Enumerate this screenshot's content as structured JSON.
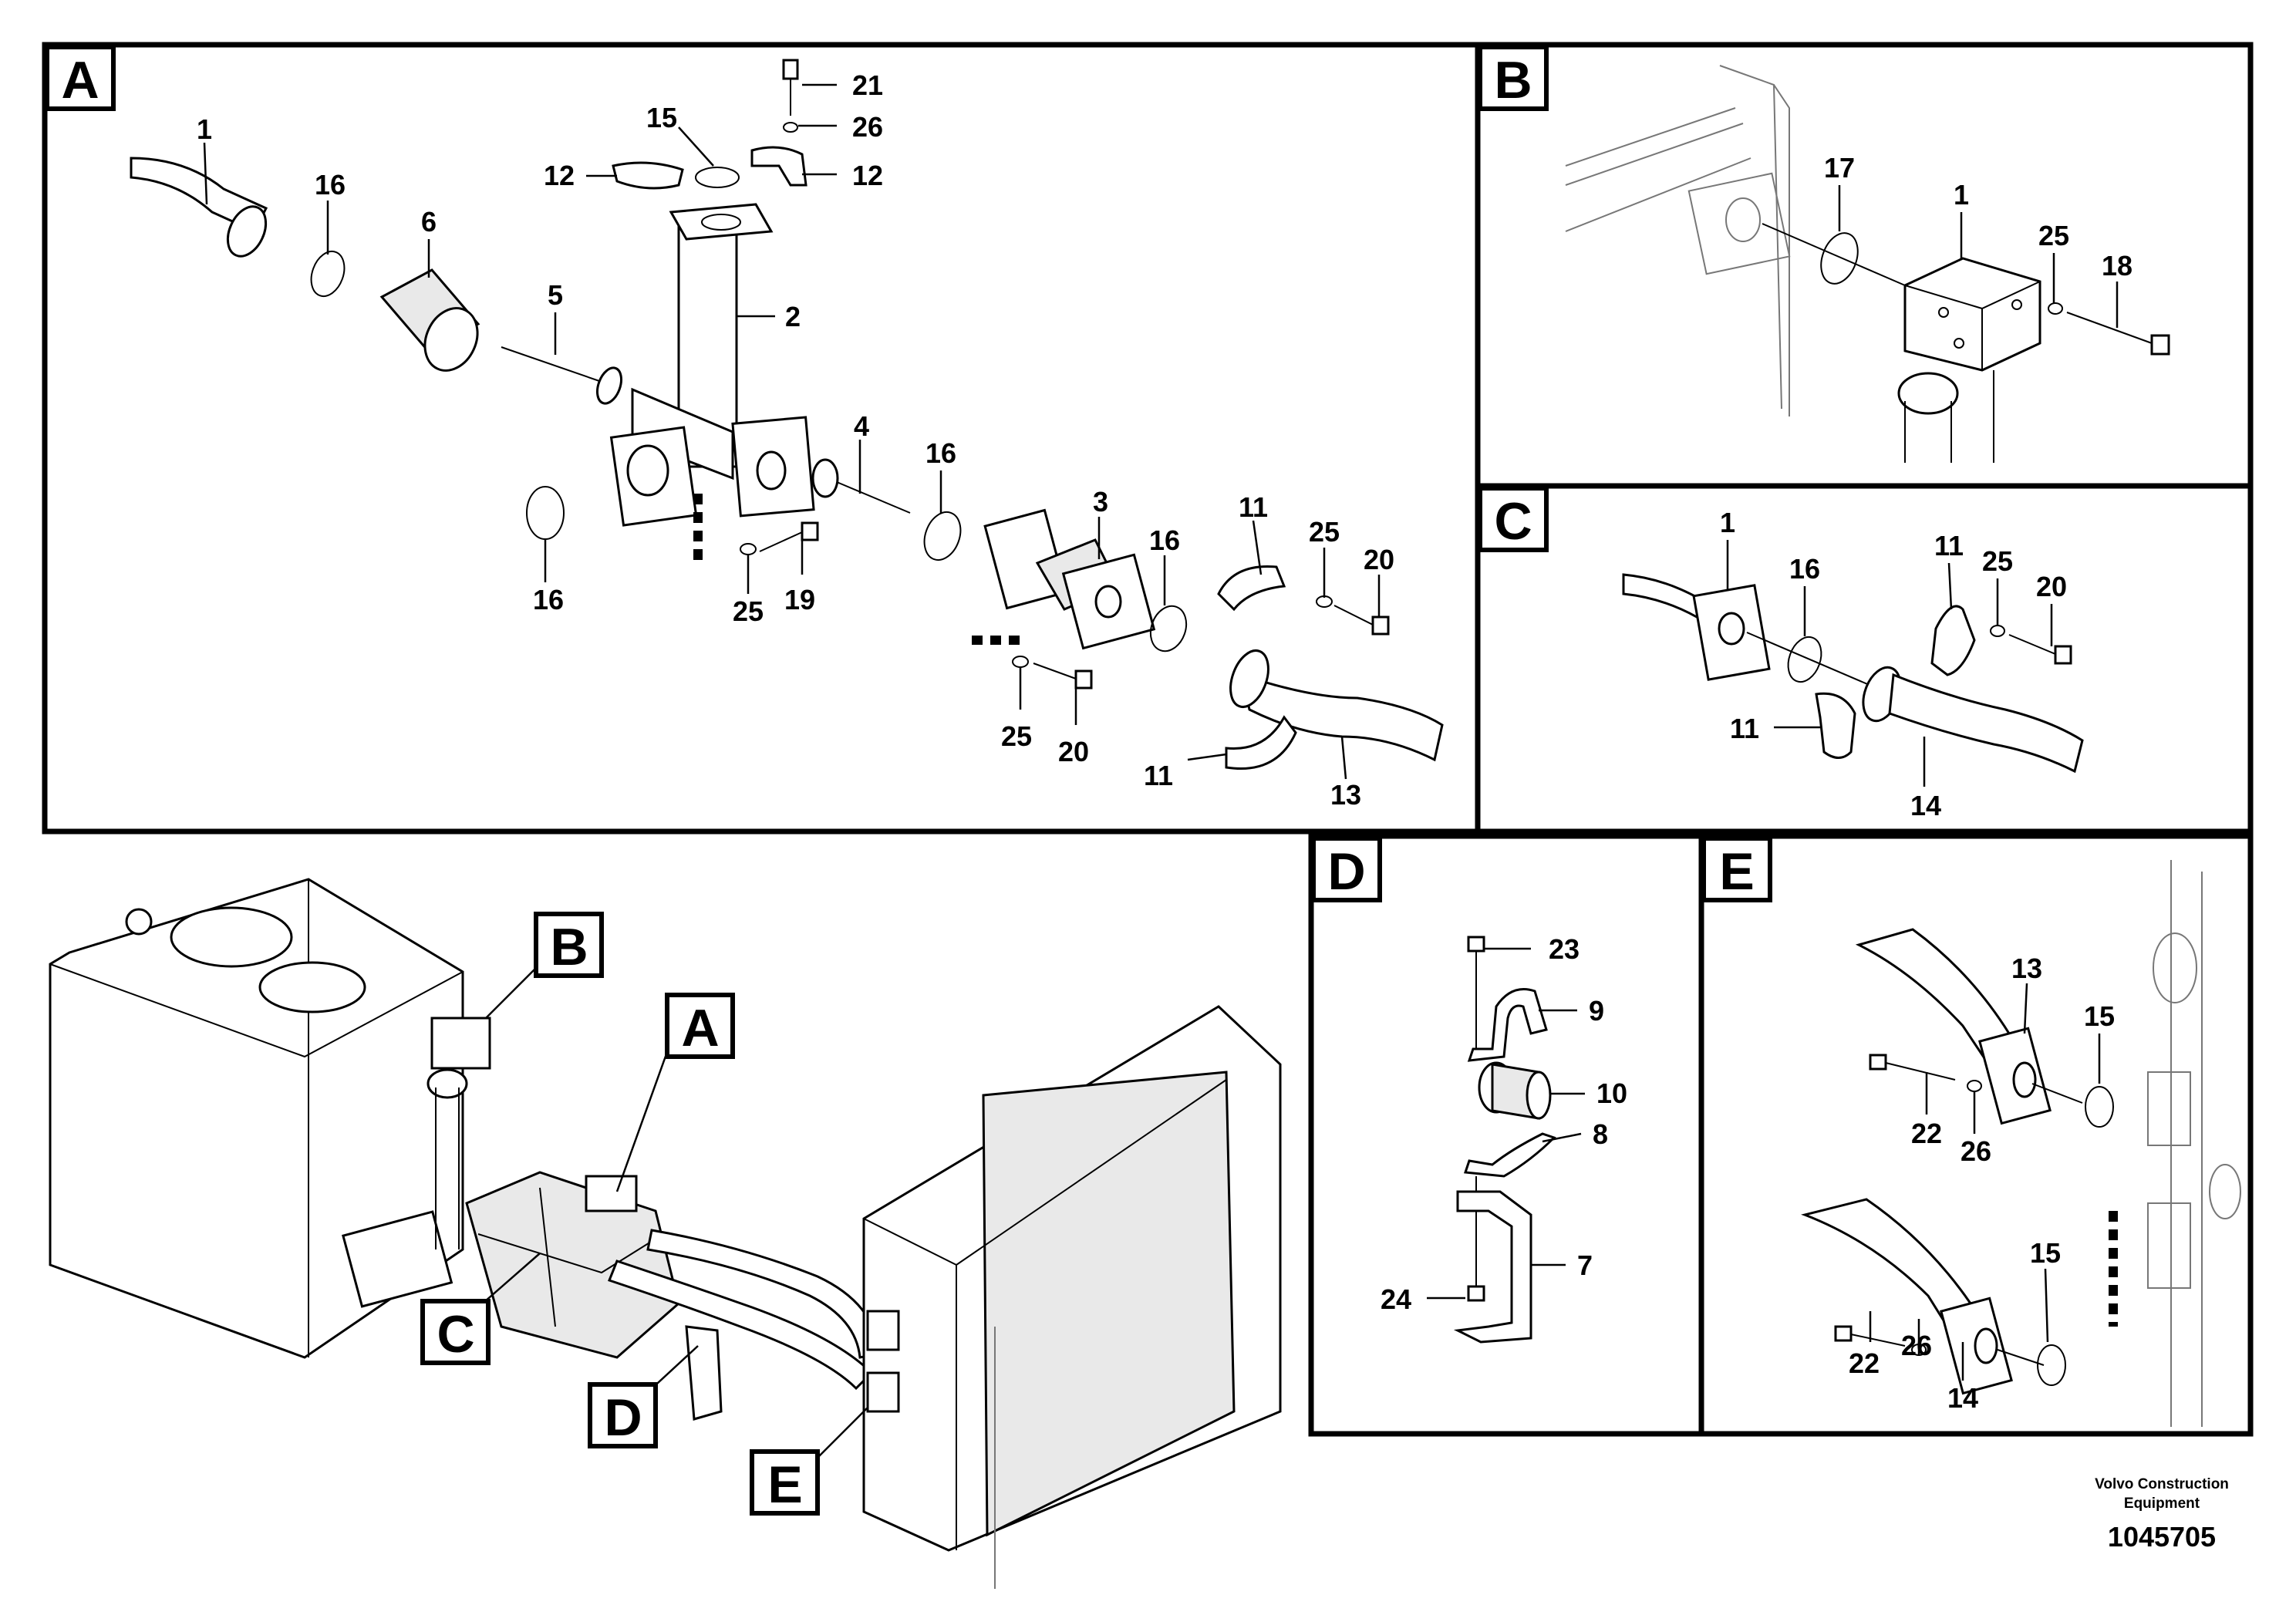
{
  "panels": {
    "A": {
      "letter": "A",
      "labels": [
        "1",
        "16",
        "6",
        "5",
        "12",
        "15",
        "21",
        "26",
        "12",
        "2",
        "16",
        "4",
        "16",
        "3",
        "16",
        "11",
        "25",
        "20",
        "25",
        "19",
        "25",
        "20",
        "11",
        "13"
      ]
    },
    "B": {
      "letter": "B",
      "labels": [
        "17",
        "1",
        "25",
        "18"
      ]
    },
    "C": {
      "letter": "C",
      "labels": [
        "1",
        "16",
        "11",
        "25",
        "20",
        "11",
        "14"
      ]
    },
    "D": {
      "letter": "D",
      "labels": [
        "23",
        "9",
        "10",
        "8",
        "7",
        "24"
      ]
    },
    "E": {
      "letter": "E",
      "labels": [
        "13",
        "15",
        "22",
        "26",
        "15",
        "22",
        "26",
        "14"
      ]
    }
  },
  "callouts": {
    "A": "A",
    "B": "B",
    "C": "C",
    "D": "D",
    "E": "E"
  },
  "footer": {
    "brand_line1": "Volvo Construction",
    "brand_line2": "Equipment",
    "doc_number": "1045705"
  }
}
